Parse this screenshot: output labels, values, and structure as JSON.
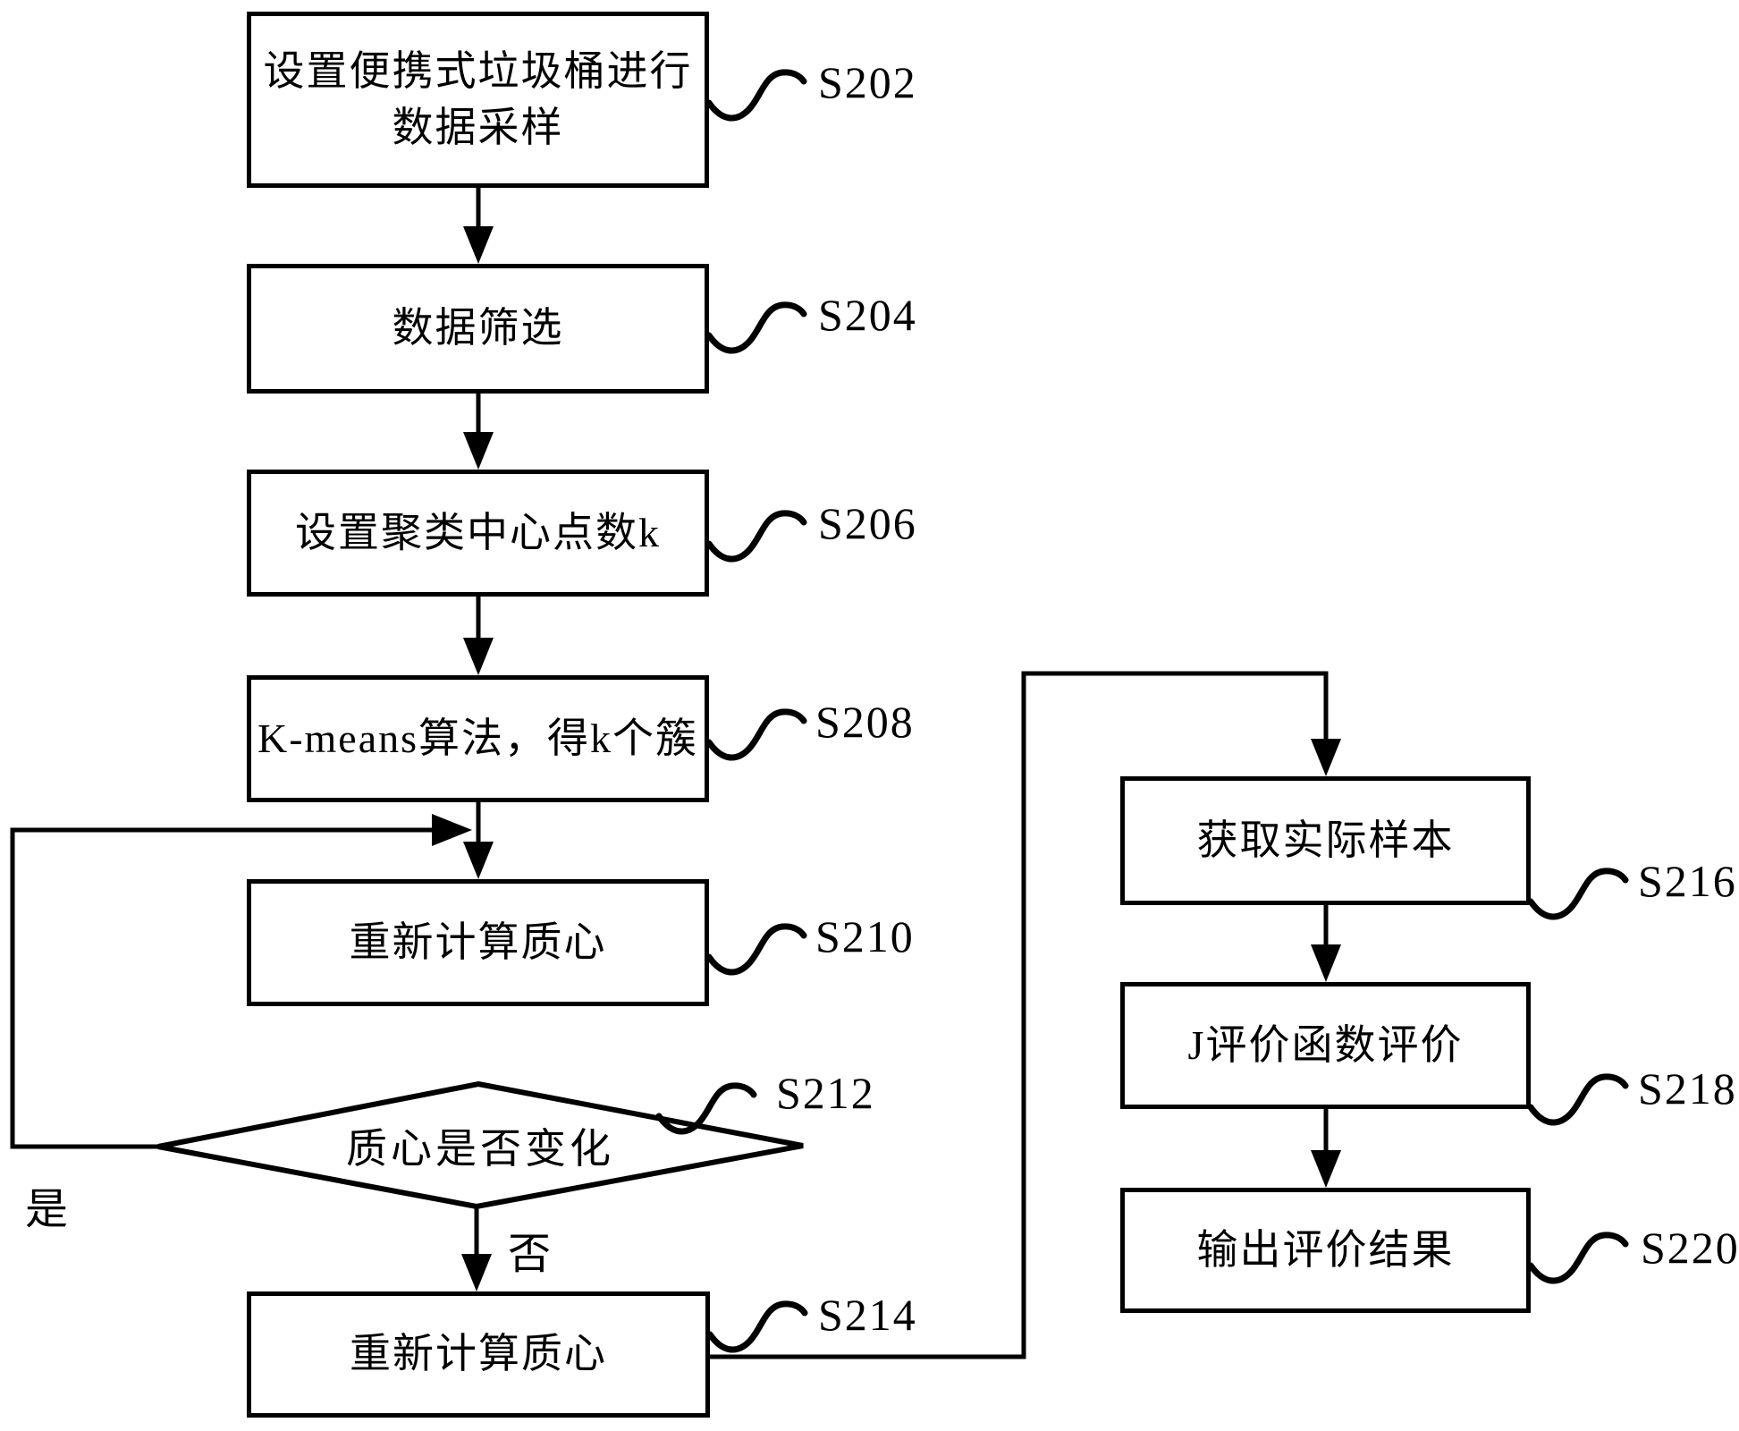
{
  "figure": {
    "ink_color": "#000000",
    "background_color": "#ffffff"
  },
  "nodes": {
    "s202": {
      "label": "S202",
      "text": "设置便携式垃圾桶进行数据采样"
    },
    "s204": {
      "label": "S204",
      "text": "数据筛选"
    },
    "s206": {
      "label": "S206",
      "text": "设置聚类中心点数k"
    },
    "s208": {
      "label": "S208",
      "text": "K-means算法，得k个簇"
    },
    "s210": {
      "label": "S210",
      "text": "重新计算质心"
    },
    "s212": {
      "label": "S212",
      "text": "质心是否变化"
    },
    "s214": {
      "label": "S214",
      "text": "重新计算质心"
    },
    "s216": {
      "label": "S216",
      "text": "获取实际样本"
    },
    "s218": {
      "label": "S218",
      "text": "J评价函数评价"
    },
    "s220": {
      "label": "S220",
      "text": "输出评价结果"
    }
  },
  "branch_labels": {
    "yes": "是",
    "no": "否"
  }
}
